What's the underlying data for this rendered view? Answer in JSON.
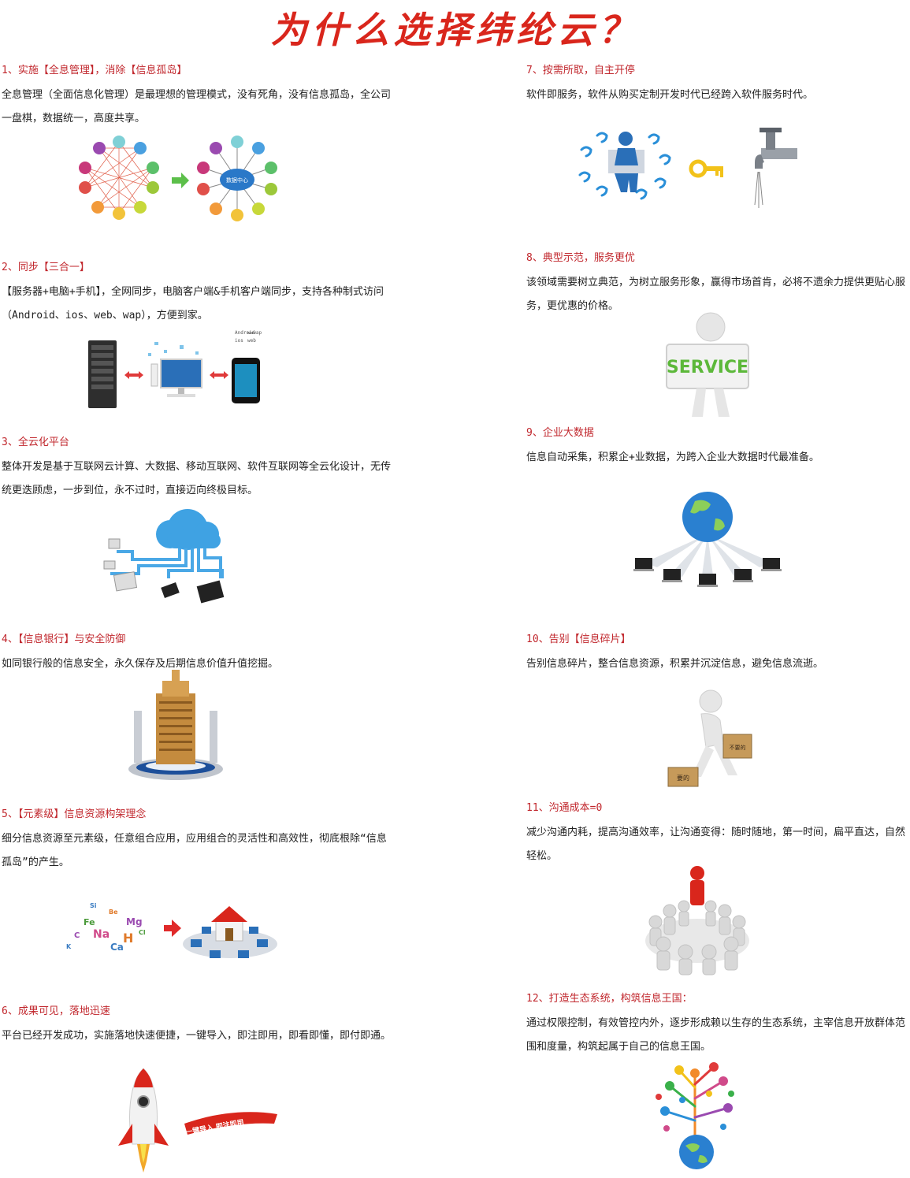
{
  "title": "为什么选择纬纶云？",
  "left": [
    {
      "heading": "1、实施【全息管理】，消除【信息孤岛】",
      "body": "全息管理（全面信息化管理）是最理想的管理模式，没有死角，没有信息孤岛，全公司一盘棋，数据统一，高度共享。"
    },
    {
      "heading": "2、同步【三合一】",
      "body": "【服务器+电脑+手机】，全网同步，电脑客户端&手机客户端同步，支持各种制式访问（Android、ios、web、wap），方便到家。"
    },
    {
      "heading": "3、全云化平台",
      "body": "整体开发是基于互联网云计算、大数据、移动互联网、软件互联网等全云化设计，无传统更迭顾虑，一步到位，永不过时，直接迈向终极目标。"
    },
    {
      "heading": "4、【信息银行】与安全防御",
      "body": "如同银行般的信息安全，永久保存及后期信息价值升值挖掘。"
    },
    {
      "heading": "5、【元素级】信息资源构架理念",
      "body": "细分信息资源至元素级，任意组合应用，应用组合的灵活性和高效性，彻底根除“信息孤岛”的产生。"
    },
    {
      "heading": "6、成果可见，落地迅速",
      "body": "平台已经开发成功，实施落地快速便捷，一键导入，即注即用，即看即懂，即付即通。"
    }
  ],
  "right": [
    {
      "heading": "7、按需所取，自主开停",
      "body": "软件即服务，软件从购买定制开发时代已经跨入软件服务时代。"
    },
    {
      "heading": "8、典型示范，服务更优",
      "body": "该领域需要树立典范，为树立服务形象，赢得市场首肯，必将不遗余力提供更贴心服务，更优惠的价格。"
    },
    {
      "heading": "9、企业大数据",
      "body": "信息自动采集，积累企+业数据，为跨入企业大数据时代最准备。"
    },
    {
      "heading": "10、告别【信息碎片】",
      "body": "告别信息碎片，整合信息资源，积累并沉淀信息，避免信息流逝。"
    },
    {
      "heading": "11、沟通成本=0",
      "body": "减少沟通内耗，提高沟通效率，让沟通变得：随时随地，第一时间，扁平直达，自然轻松。"
    },
    {
      "heading": "12、打造生态系统，构筑信息王国：",
      "body": "通过权限控制，有效管控内外，逐步形成赖以生存的生态系统，主宰信息开放群体范围和度量，构筑起属于自己的信息王国。"
    }
  ],
  "illustrations": {
    "hub_label": "数据中心",
    "sync_labels": [
      "Android",
      "wwwap",
      "ios",
      "web"
    ],
    "service_sign": "SERVICE",
    "box_big": "不要的",
    "box_small": "要的",
    "rocket_banner": "一键导入 即注即用",
    "elements": [
      "Si",
      "Fe",
      "Na",
      "Mg",
      "Ca",
      "H",
      "C",
      "Cl",
      "Be",
      "K"
    ]
  },
  "colors": {
    "title": "#d9261c",
    "heading": "#c1272d",
    "text": "#222222"
  }
}
